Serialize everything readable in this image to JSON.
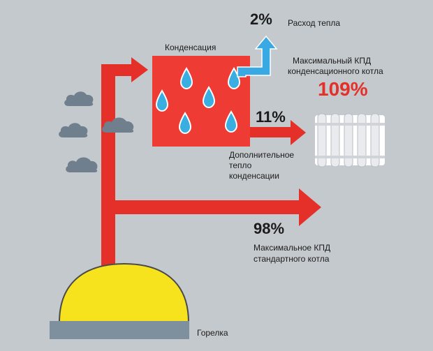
{
  "labels": {
    "condensation": "Конденсация",
    "heat_loss_pct": "2%",
    "heat_loss_label": "Расход тепла",
    "max_kpd_cond_line1": "Максимальный КПД",
    "max_kpd_cond_line2": "конденсационного котла",
    "max_kpd_cond_value": "109%",
    "extra_heat_pct": "11%",
    "extra_heat_line1": "Дополнительное",
    "extra_heat_line2": "тепло",
    "extra_heat_line3": "конденсации",
    "std_kpd_value": "98%",
    "std_kpd_line1": "Максимальное КПД",
    "std_kpd_line2": "стандартного котла",
    "burner": "Горелка"
  },
  "colors": {
    "background": "#c4c9cd",
    "arrow_red": "#e5302a",
    "condenser_red": "#ee3b33",
    "drop_blue": "#3aaee0",
    "steam_blue": "#39a9e3",
    "cloud_gray": "#6f7f8d",
    "sun_yellow": "#f7e21e",
    "base_gray": "#7e8f9d",
    "value_red": "#e5302a"
  },
  "icons": [
    "cloud-icon",
    "water-drop-icon",
    "radiator-icon",
    "steam-arrow-icon",
    "burner-flame-icon"
  ]
}
